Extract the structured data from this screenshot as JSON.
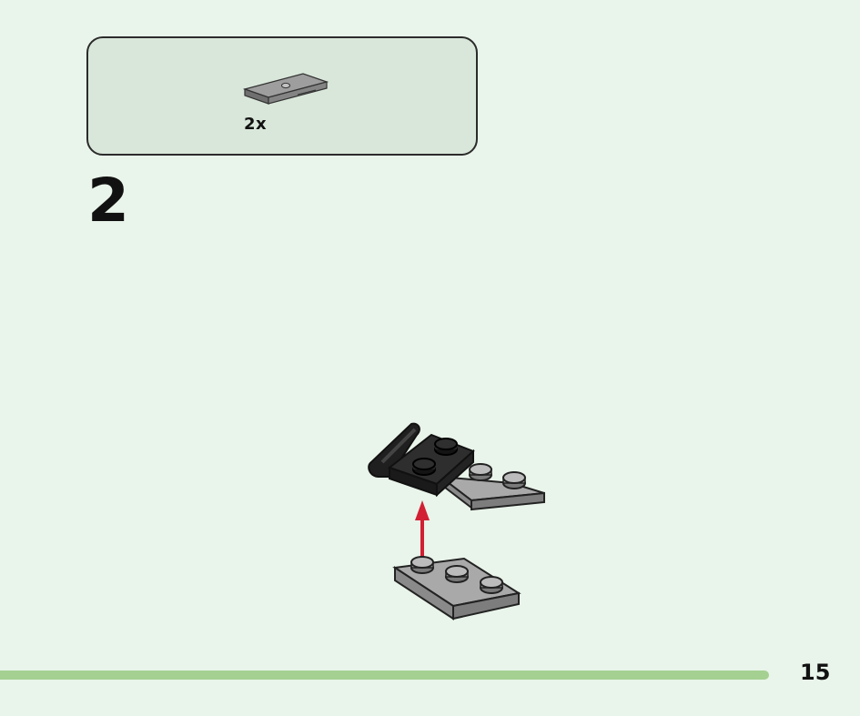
{
  "parts_box": {
    "items": [
      {
        "icon": "gray-1x3-tile-with-center-stud-icon",
        "quantity": "2x"
      }
    ]
  },
  "step": {
    "number": "2"
  },
  "footer": {
    "page_number": "15",
    "progress_color": "#a4d091"
  },
  "colors": {
    "background": "#e9f4ea",
    "parts_box_fill": "#d9e7da",
    "arrow": "#d21f33",
    "dark_brick": "#2a2a2a",
    "gray_brick": "#a5a5a5"
  }
}
